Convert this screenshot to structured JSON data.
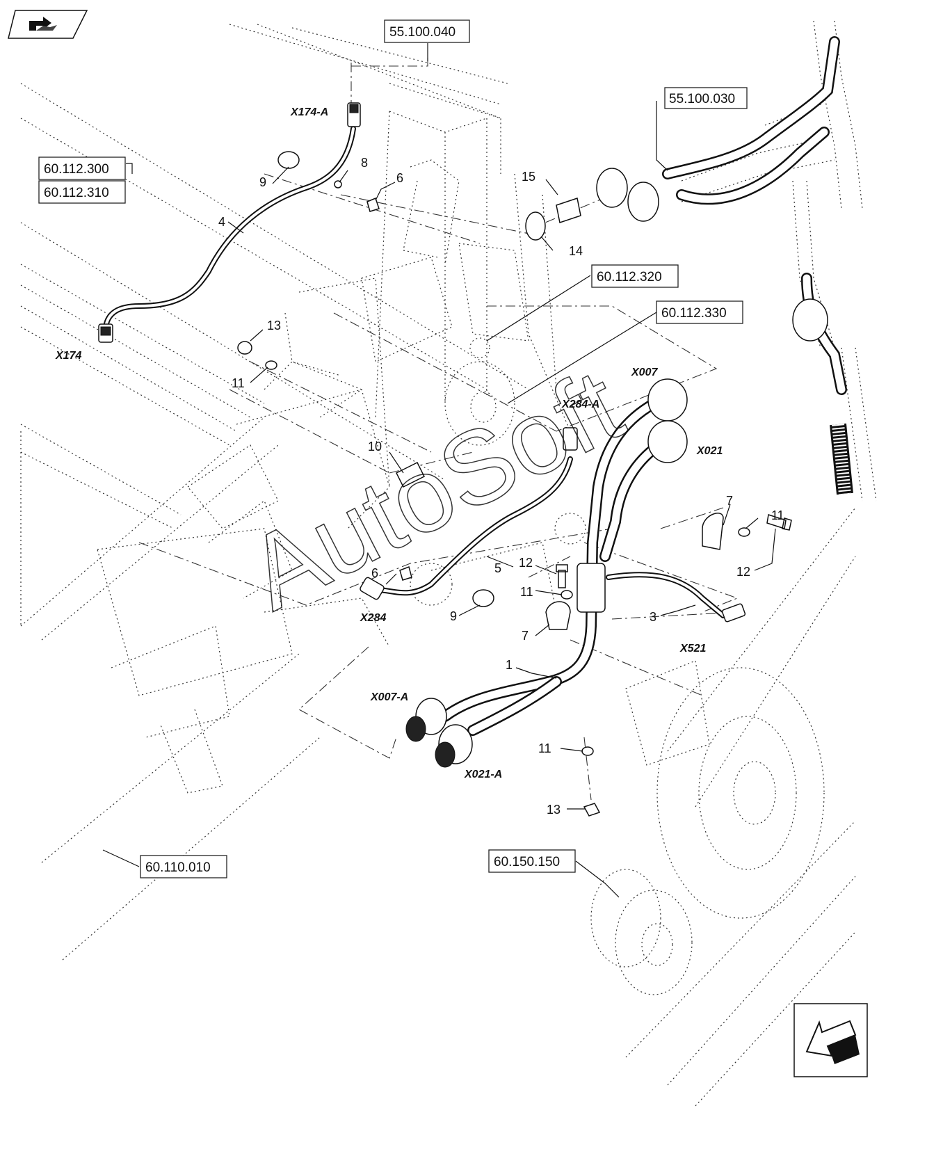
{
  "nav": {
    "prev_label": "",
    "next_label": ""
  },
  "references": {
    "r55_100_040": "55.100.040",
    "r55_100_030": "55.100.030",
    "r60_112_300": "60.112.300",
    "r60_112_310": "60.112.310",
    "r60_112_320": "60.112.320",
    "r60_112_330": "60.112.330",
    "r60_110_010": "60.110.010",
    "r60_150_150": "60.150.150"
  },
  "part_numbers": {
    "p1": "1",
    "p3": "3",
    "p4": "4",
    "p5": "5",
    "p6a": "6",
    "p6b": "6",
    "p7a": "7",
    "p7b": "7",
    "p8": "8",
    "p9a": "9",
    "p9b": "9",
    "p10": "10",
    "p11a": "11",
    "p11b": "11",
    "p11c": "11",
    "p11d": "11",
    "p12a": "12",
    "p12b": "12",
    "p13a": "13",
    "p13b": "13",
    "p14": "14",
    "p15": "15"
  },
  "connectors": {
    "x174a": "X174-A",
    "x174": "X174",
    "x007": "X007",
    "x284a": "X284-A",
    "x021": "X021",
    "x284": "X284",
    "x521": "X521",
    "x007a": "X007-A",
    "x021a": "X021-A"
  },
  "watermark": "AutoSoft"
}
